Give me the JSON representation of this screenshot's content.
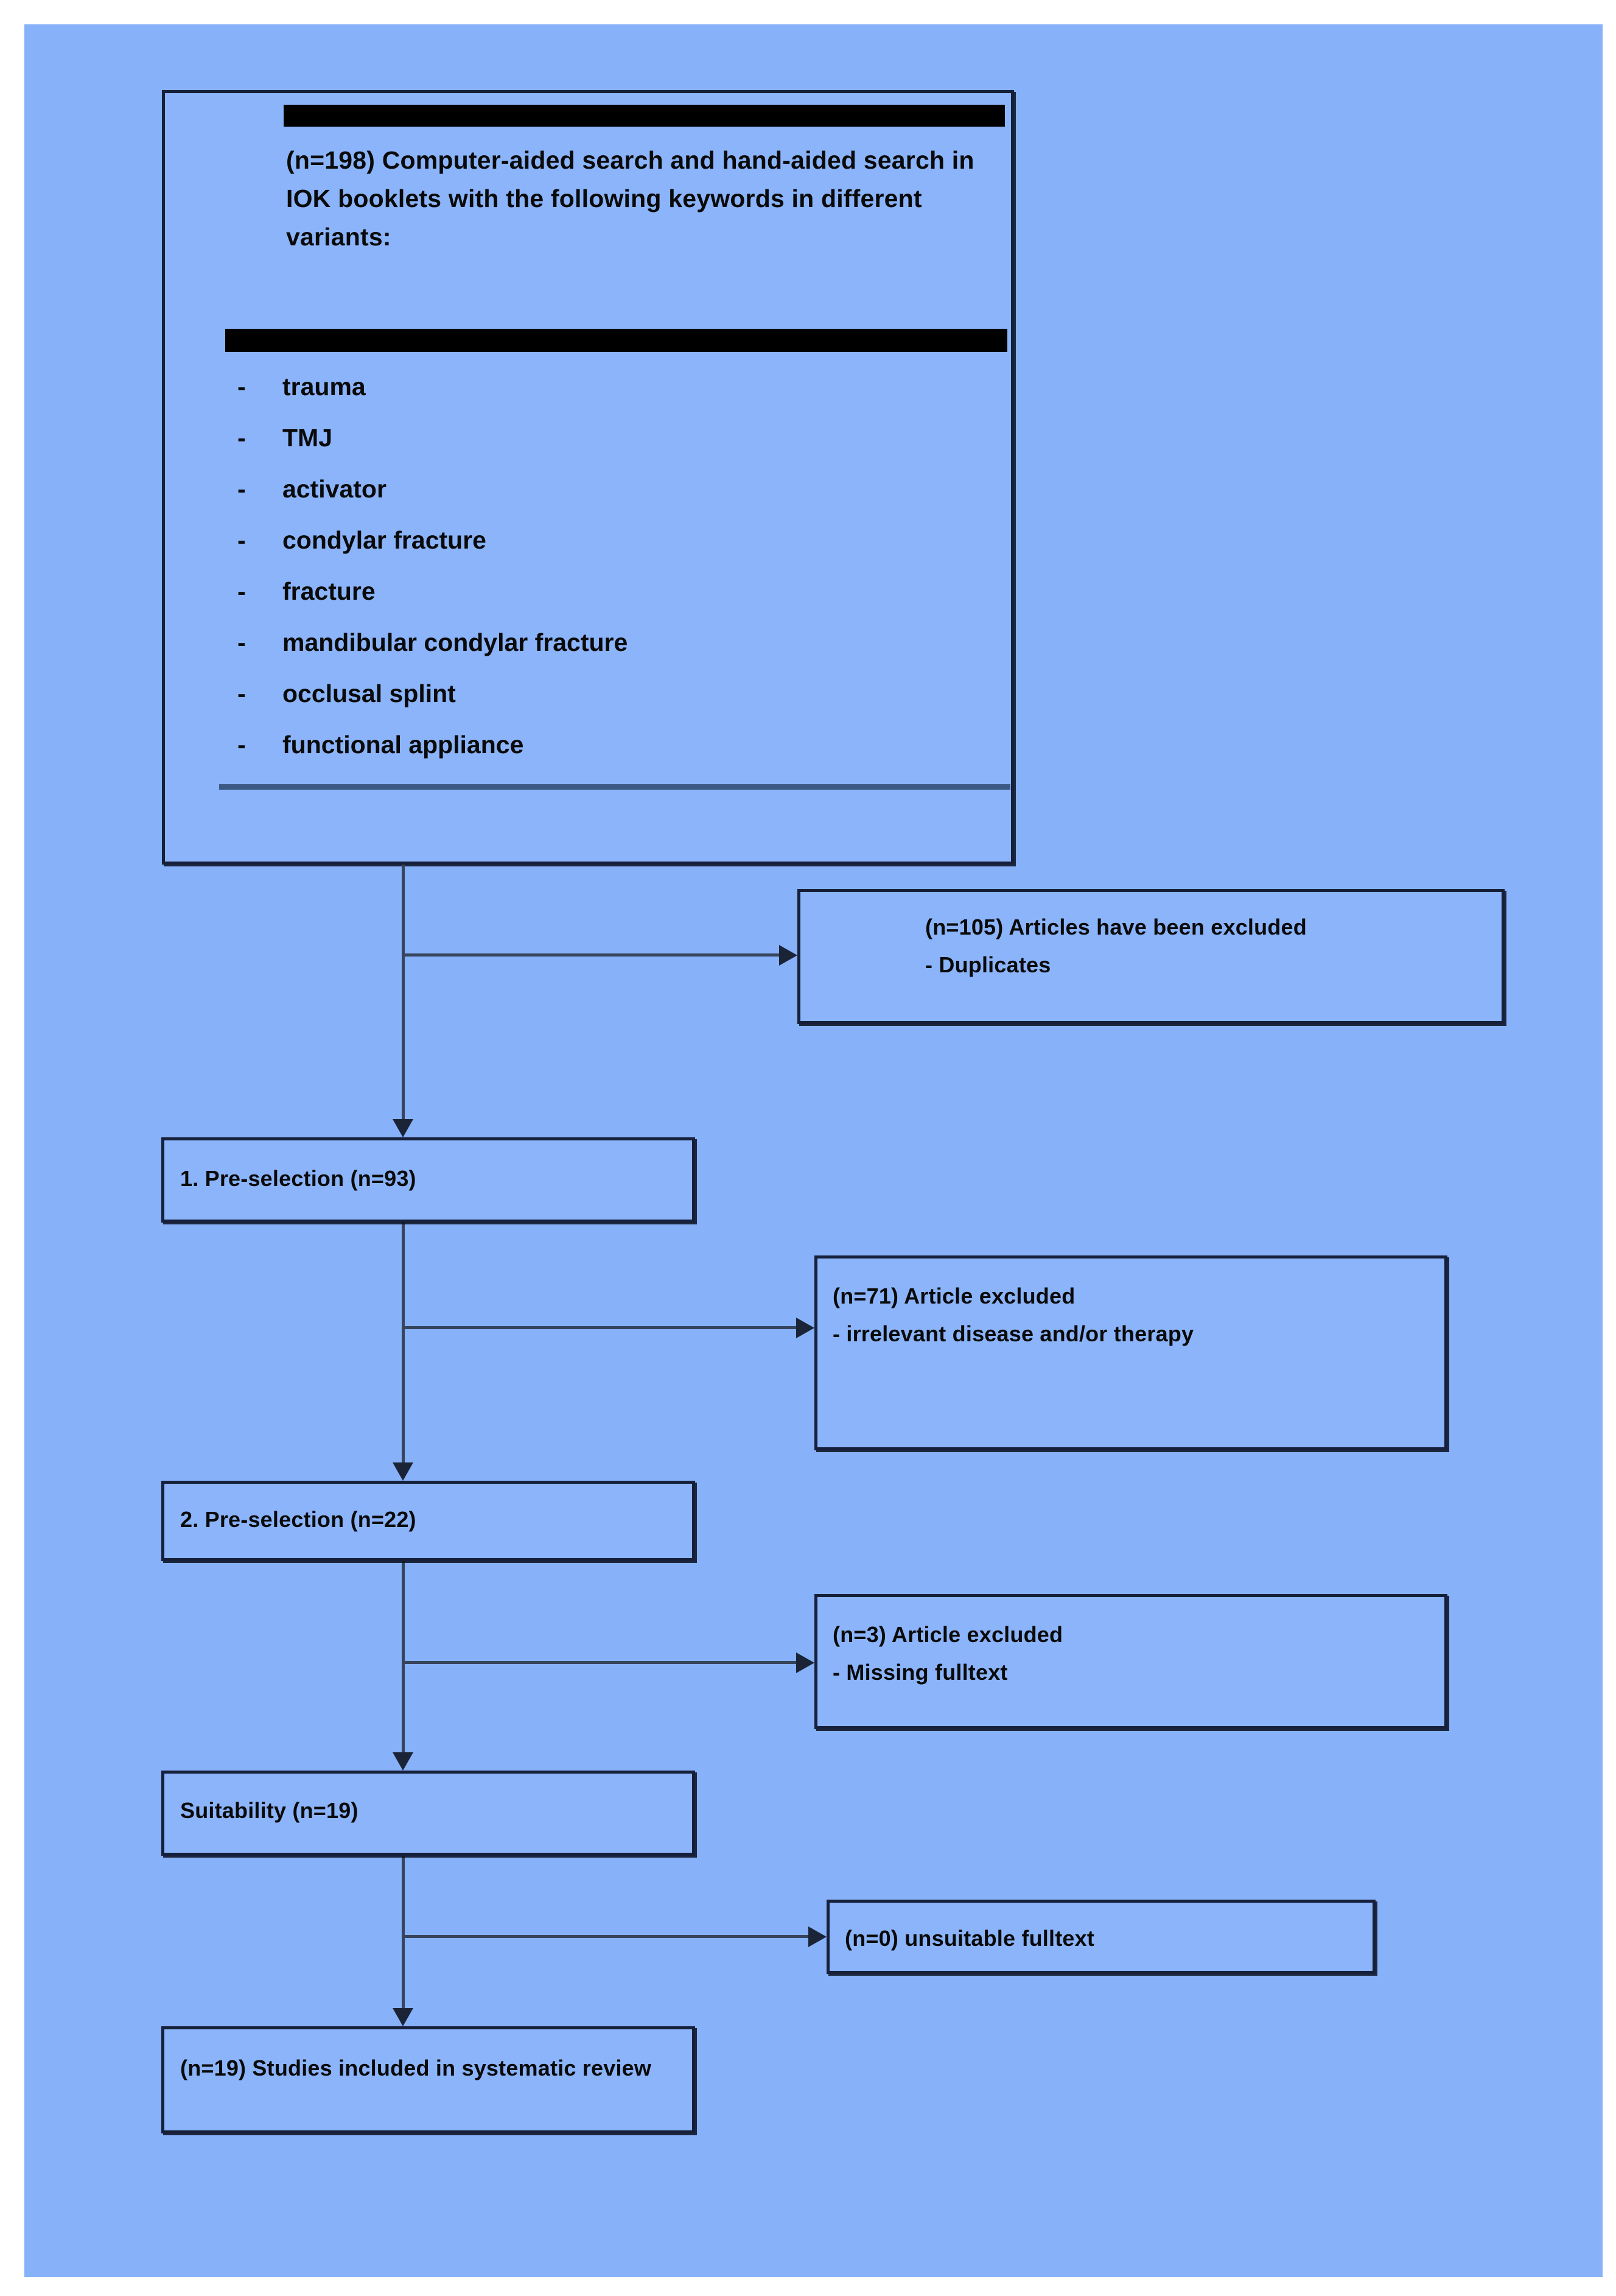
{
  "figure": {
    "type": "prisma-flow-diagram",
    "background_color": "#87b1f9",
    "box_fill_color": "#8bb4fa",
    "box_border_color": "#16203a",
    "connector_color": "#37445c"
  },
  "search_box": {
    "heading": "(n=198) Computer-aided search and hand-aided search in IOK booklets with the following keywords in different variants:",
    "bullet_marker": "-",
    "keywords": [
      "trauma",
      "TMJ",
      "activator",
      "condylar fracture",
      "fracture",
      "mandibular condylar fracture",
      "occlusal splint",
      "functional appliance"
    ]
  },
  "stages": [
    {
      "id": "pre-selection-1",
      "label": "1. Pre-selection (n=93)"
    },
    {
      "id": "pre-selection-2",
      "label": "2. Pre-selection (n=22)"
    },
    {
      "id": "suitability",
      "label": "Suitability (n=19)"
    },
    {
      "id": "included",
      "label": "(n=19) Studies included in systematic review"
    }
  ],
  "exclusions": [
    {
      "id": "excluded-duplicates",
      "label": "(n=105) Articles have been excluded\n- Duplicates"
    },
    {
      "id": "excluded-irrelevant",
      "label": "(n=71) Article excluded\n- irrelevant disease and/or therapy"
    },
    {
      "id": "excluded-missing-fulltext",
      "label": "(n=3) Article excluded\n- Missing fulltext"
    },
    {
      "id": "excluded-unsuitable-fulltext",
      "label": "(n=0) unsuitable fulltext"
    }
  ]
}
